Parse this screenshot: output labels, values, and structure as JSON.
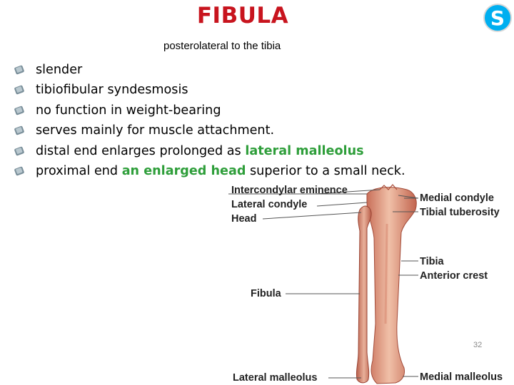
{
  "slide": {
    "title": "FIBULA",
    "subtitle": "posterolateral to the tibia",
    "bullets": [
      {
        "pre": "slender",
        "em": "",
        "post": ""
      },
      {
        "pre": "tibiofibular syndesmosis",
        "em": "",
        "post": ""
      },
      {
        "pre": "no function in weight-bearing",
        "em": "",
        "post": ""
      },
      {
        "pre": "serves mainly for muscle attachment.",
        "em": "",
        "post": ""
      },
      {
        "pre": "distal end enlarges prolonged as ",
        "em": "lateral malleolus",
        "post": ""
      },
      {
        "pre": "proximal end ",
        "em": "an enlarged head",
        "post": " superior to a small neck."
      }
    ],
    "page_number": "32",
    "logo_icon": "skype-icon",
    "bullet_icon": "bullet-icon"
  },
  "figure": {
    "labels": {
      "intercondylar_eminence": "Intercondylar eminence",
      "lateral_condyle": "Lateral condyle",
      "head": "Head",
      "fibula": "Fibula",
      "lateral_malleolus": "Lateral malleolus",
      "medial_condyle": "Medial condyle",
      "tibial_tuberosity": "Tibial tuberosity",
      "tibia": "Tibia",
      "anterior_crest": "Anterior crest",
      "medial_malleolus": "Medial malleolus"
    }
  },
  "colors": {
    "title": "#c8141e",
    "highlight": "#2e9e3a",
    "bone": "#e7a98c",
    "skype_blue": "#00aff0"
  }
}
